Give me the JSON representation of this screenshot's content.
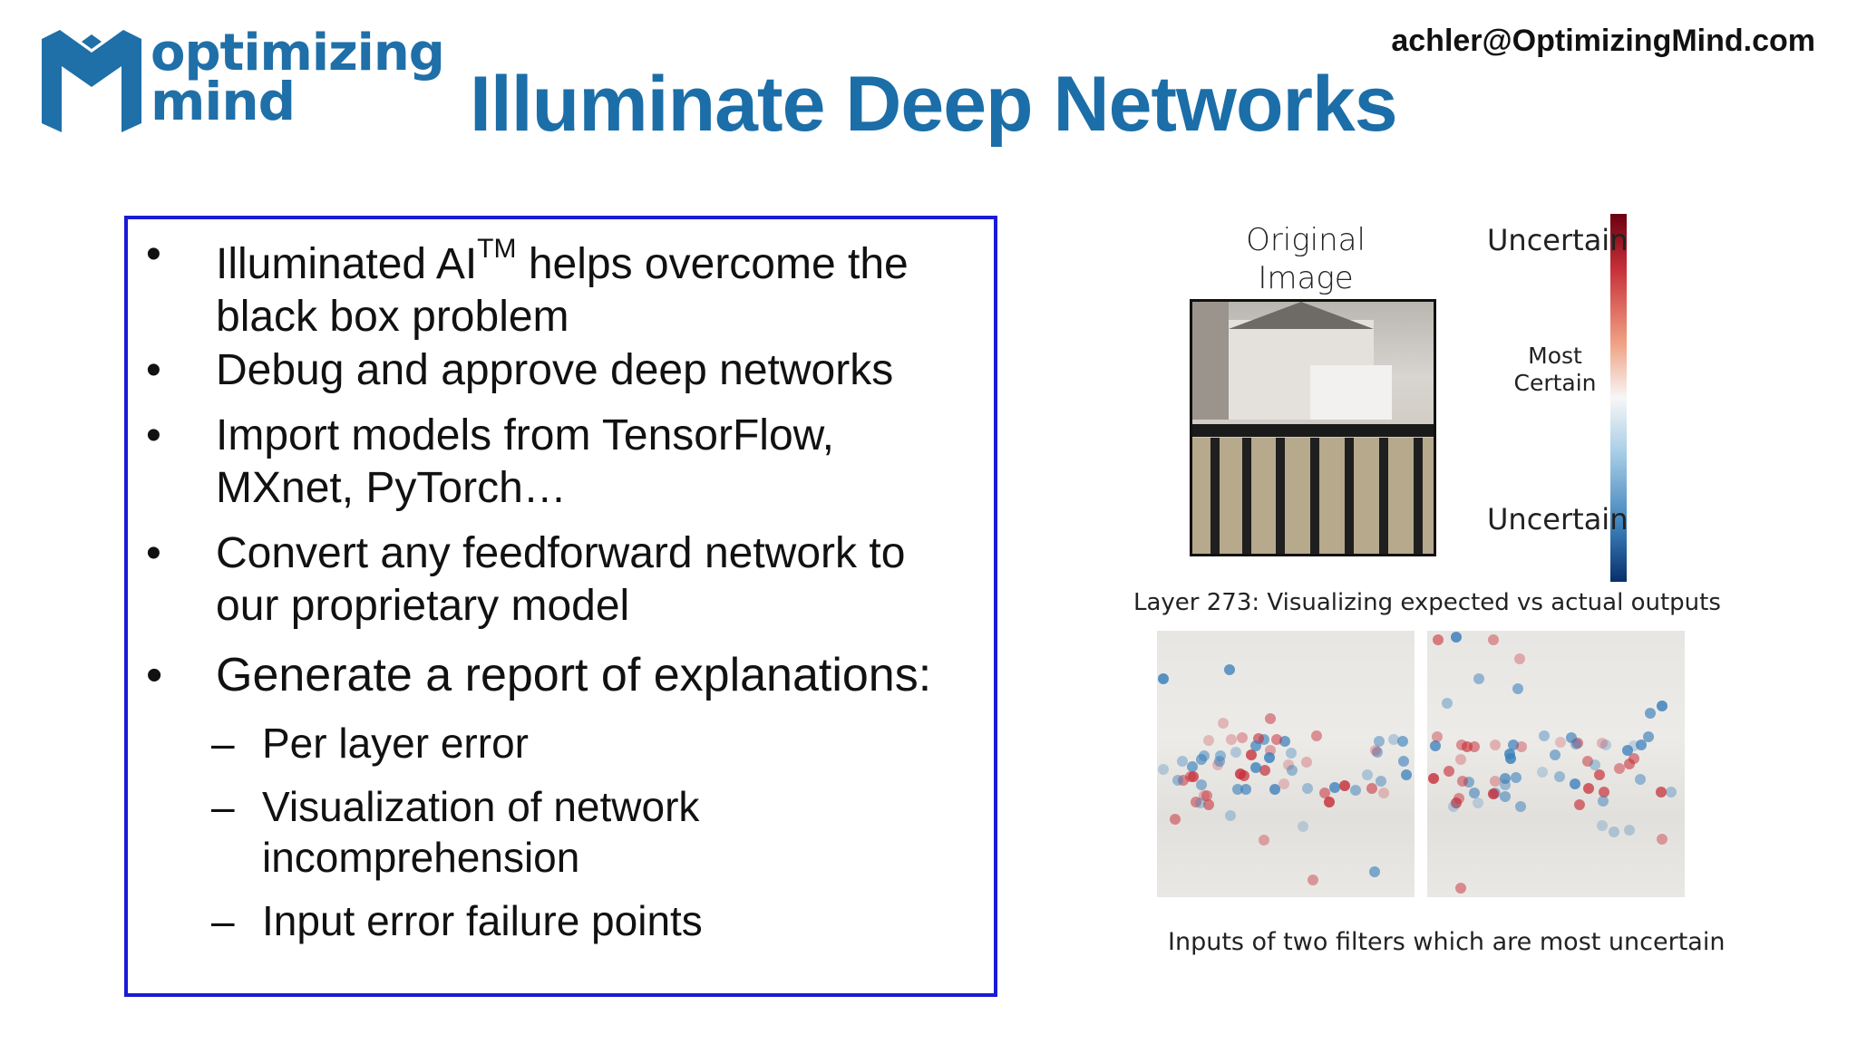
{
  "logo": {
    "line1": "optimizing",
    "line2": "mind"
  },
  "header": {
    "email": "achler@OptimizingMind.com",
    "title": "Illuminate Deep Networks"
  },
  "bullets": {
    "b1": {
      "pre": "Illuminated AI",
      "sup": "TM",
      "post": " helps overcome the black box problem"
    },
    "b2": "Debug and approve deep networks",
    "b3": "Import models from TensorFlow, MXnet, PyTorch…",
    "b4": "Convert any feedforward network to our proprietary model",
    "b5": "Generate a report of explanations:",
    "subs": {
      "s1": "Per layer error",
      "s2": "Visualization of network incomprehension",
      "s3": "Input error failure points"
    }
  },
  "bullet_glyph": "•",
  "dash_glyph": "–",
  "figure": {
    "original_label": "Original Image",
    "colorbar_top": "Uncertain",
    "colorbar_mid": "Most Certain",
    "colorbar_bottom": "Uncertain",
    "layer_caption": "Layer 273: Visualizing expected vs actual outputs",
    "inputs_caption": "Inputs of two filters which are most uncertain"
  },
  "colors": {
    "title_blue": "#1b6ea8",
    "box_border": "#1a1ad6",
    "heat_red": "#c7303a",
    "heat_blue": "#3b80bb"
  }
}
